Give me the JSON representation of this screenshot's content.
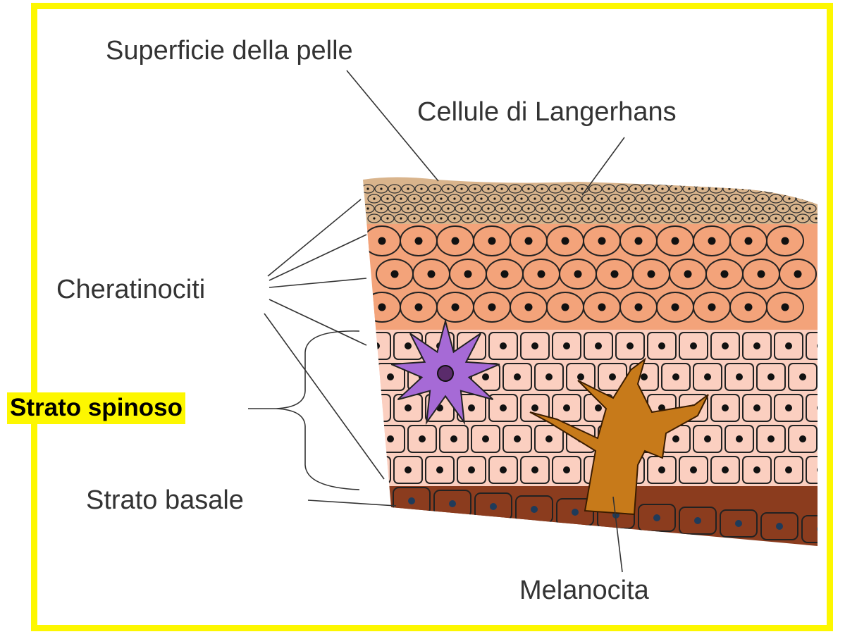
{
  "labels": {
    "superficie": "Superficie della pelle",
    "langerhans": "Cellule di Langerhans",
    "cheratinociti": "Cheratinociti",
    "strato_spinoso": "Strato spinoso",
    "strato_basale": "Strato basale",
    "melanocita": "Melanocita"
  },
  "colors": {
    "frame": "#fdf700",
    "surface_layer": "#d9b48c",
    "granular_layer": "#f3a37a",
    "spinous_layer": "#fbcfc0",
    "basal_layer": "#8b3c1e",
    "langerhans_cell": "#a66ad6",
    "melanocyte": "#c77a1a",
    "nucleus": "#111111",
    "label_text": "#333333",
    "highlight": "#fdf700"
  }
}
